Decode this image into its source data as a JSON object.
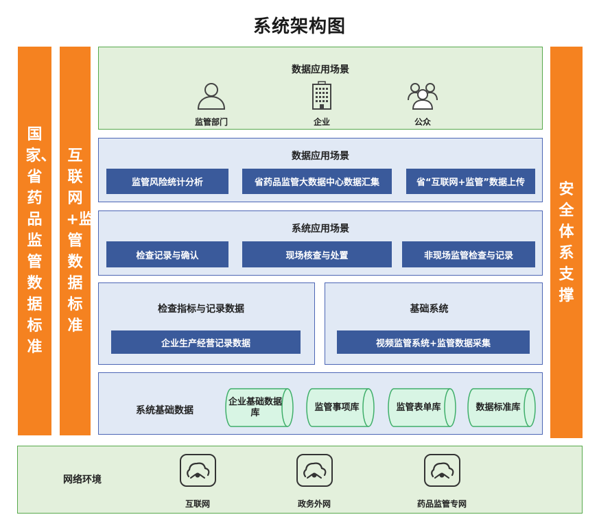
{
  "title": "系统架构图",
  "left_bars": {
    "standard_national": "国家、省药品监管数据标准",
    "standard_internet": "互联网+监管数据标准"
  },
  "right_bar": "安全体系支撑",
  "scenario_users": {
    "header": "数据应用场景",
    "items": [
      {
        "label": "监管部门",
        "icon": "person-icon"
      },
      {
        "label": "企业",
        "icon": "building-icon"
      },
      {
        "label": "公众",
        "icon": "group-icon"
      }
    ]
  },
  "data_scenario": {
    "header": "数据应用场景",
    "items": [
      "监管风险统计分析",
      "省药品监管大数据中心数据汇集",
      "省“互联网+监管”数据上传"
    ]
  },
  "system_scenario": {
    "header": "系统应用场景",
    "items": [
      "检查记录与确认",
      "现场核查与处置",
      "非现场监管检查与记录"
    ]
  },
  "inspection_data": {
    "header": "检查指标与记录数据",
    "item": "企业生产经营记录数据"
  },
  "base_system": {
    "header": "基础系统",
    "item": "视频监管系统+监管数据采集"
  },
  "base_data": {
    "label": "系统基础数据",
    "databases": [
      "企业基础数据库",
      "监管事项库",
      "监管表单库",
      "数据标准库"
    ]
  },
  "network": {
    "label": "网络环境",
    "items": [
      {
        "label": "互联网",
        "icon": "network-icon"
      },
      {
        "label": "政务外网",
        "icon": "network-icon"
      },
      {
        "label": "药品监管专网",
        "icon": "network-icon"
      }
    ]
  },
  "colors": {
    "orange": "#f58220",
    "green_border": "#55a84a",
    "green_fill": "#e3f0dc",
    "blue_border": "#4a64b4",
    "blue_fill": "#e1e9f5",
    "button_blue": "#3a5a9b",
    "cylinder_fill": "#d8f5e4",
    "cylinder_border": "#3fae6a"
  }
}
